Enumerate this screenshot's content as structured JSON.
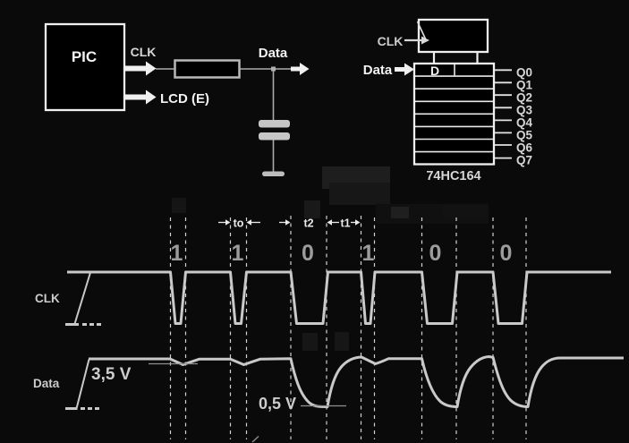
{
  "schematic": {
    "pic_block": {
      "label": "PIC",
      "clk_pin_label": "CLK",
      "lcd_pin_label": "LCD (E)"
    },
    "rc_filter": {
      "data_out_label": "Data"
    },
    "shift_register": {
      "clk_in_label": "CLK",
      "data_in_label": "Data",
      "d_cell_label": "D",
      "chip_name": "74HC164",
      "outputs": [
        "Q0",
        "Q1",
        "Q2",
        "Q3",
        "Q4",
        "Q5",
        "Q6",
        "Q7"
      ]
    }
  },
  "timing_diagram": {
    "clk_row_label": "CLK",
    "data_row_label": "Data",
    "bit_values": [
      "1",
      "1",
      "0",
      "1",
      "0",
      "0"
    ],
    "time_labels": {
      "t0": "to",
      "t2": "t2",
      "t1": "t1"
    },
    "voltage_labels": {
      "high": "3,5 V",
      "low": "0,5 V"
    }
  },
  "colors": {
    "background": "#0a0a0a",
    "trace_gray": "#c9c9c9",
    "line_white": "#f0f0f0",
    "bit_label_gray": "#9c9c9c"
  }
}
